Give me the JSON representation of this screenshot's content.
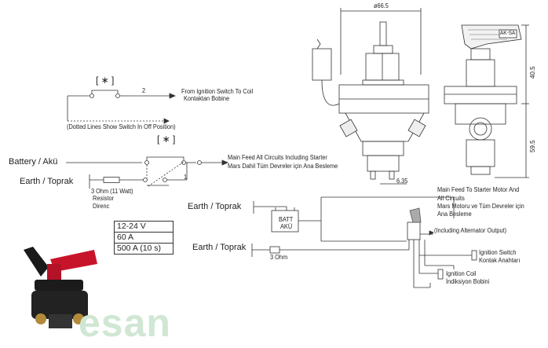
{
  "labels": {
    "switch_bracket_top": "[ ∗ ]",
    "wire_number_2": "2",
    "from_ignition_line1": "From Ignition Switch To Coil",
    "from_ignition_line2": "Kontaktan Bobine",
    "dotted_lines_note": "(Dotted Lines Show Switch In Off Position)",
    "switch_bracket_mid": "[ ∗ ]",
    "battery": "Battery / Akü",
    "earth_1": "Earth / Toprak",
    "wire_number_1": "1",
    "resistor_line1": "3 Ohm (11 Watt)",
    "resistor_line2": "Resistor",
    "resistor_line3": "Direnc",
    "main_feed_line1": "Main Feed All Circuits Including Starter",
    "main_feed_line2": "Mars Dahil Tüm Devreler için Ana Besleme",
    "earth_2": "Earth / Toprak",
    "batt_line1": "BATT",
    "batt_line2": "AKÜ",
    "earth_3": "Earth / Toprak",
    "ohm_3": "3 Ohm",
    "starter_feed_line1": "Main Feed To Starter Motor And",
    "starter_feed_line2": "All Circuits",
    "starter_feed_line3": "Mars Motoru ve Tüm Devreler için",
    "starter_feed_line4": "Ana Besleme",
    "alternator_note": "(Including Alternator Output)",
    "ignition_switch_line1": "Ignition Switch",
    "ignition_switch_line2": "Kontak Anahtarı",
    "ignition_coil_line1": "Ignition Coil",
    "ignition_coil_line2": "İndiksiyon Bobini",
    "dim_width": "ø66.5",
    "dim_height_top": "40.5",
    "dim_height_bottom": "59.5",
    "dim_small": "6.35",
    "key_tag": "AK-SA"
  },
  "spec_table": [
    "12-24 V",
    "60 A",
    "500 A (10 s)"
  ],
  "watermark": "esan",
  "colors": {
    "key_red": "#c8142a",
    "line": "#333333",
    "watermark": "#cfe7d3"
  }
}
